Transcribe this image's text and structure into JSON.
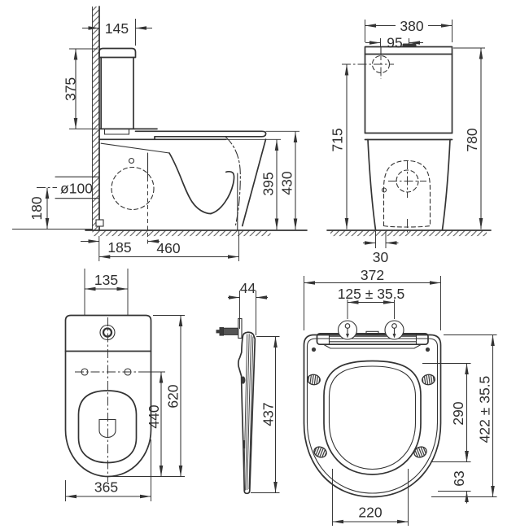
{
  "drawing": {
    "type": "toilet technical dimension drawing, four orthographic views",
    "colors": {
      "line": "#333333",
      "background": "#ffffff"
    },
    "views": {
      "toilet_side": {
        "dims": {
          "cistern_depth": "145",
          "cistern_height": "375",
          "outlet_diameter": "ø100",
          "outlet_height": "180",
          "outlet_offset": "185",
          "total_depth": "460",
          "rim_height": "395",
          "seat_height": "430"
        }
      },
      "toilet_front": {
        "dims": {
          "width": "380",
          "inlet_offset": "95",
          "cistern_shelf_height": "715",
          "total_height": "780",
          "foot_offset": "30"
        }
      },
      "toilet_top": {
        "dims": {
          "hole_spacing": "135",
          "bowl_length": "440",
          "total_length": "620",
          "width": "365"
        }
      },
      "seat_side": {
        "dims": {
          "thickness": "44",
          "length": "437"
        }
      },
      "seat_top": {
        "dims": {
          "width": "372",
          "hinge_spacing": "125 ± 35.5",
          "ring_length": "290",
          "total_length": "422 ± 35.5",
          "front_gap": "63",
          "front_width": "220"
        }
      }
    }
  }
}
